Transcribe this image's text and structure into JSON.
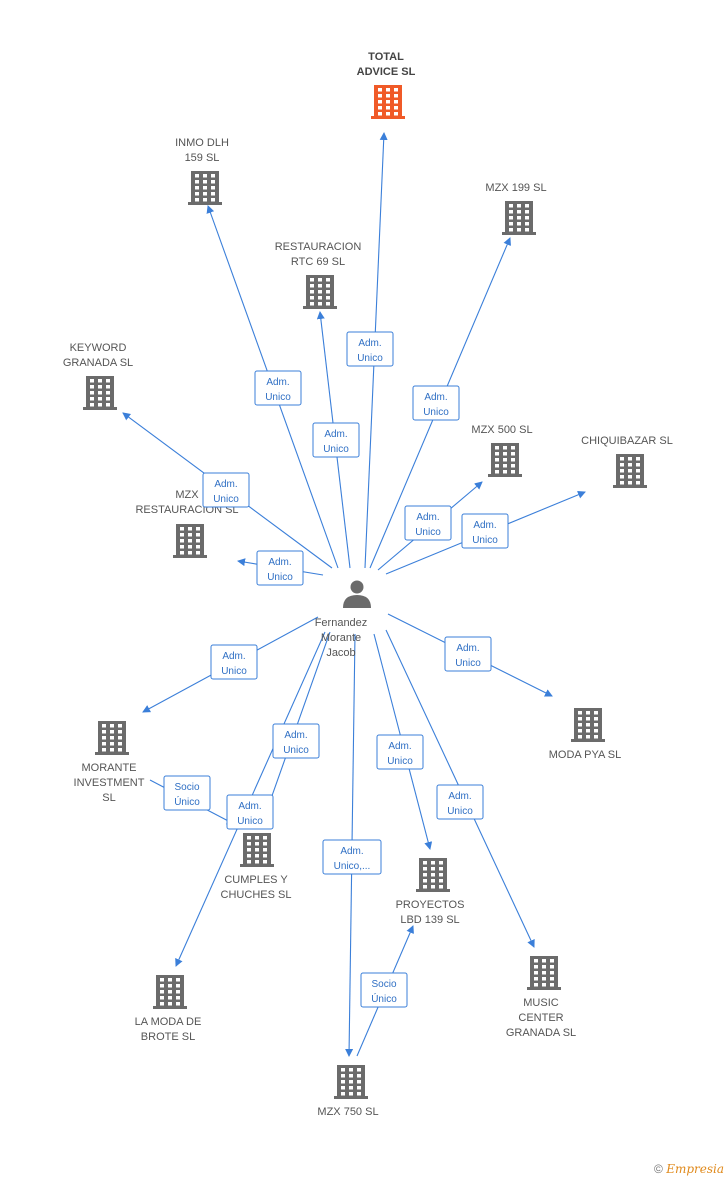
{
  "colors": {
    "edge": "#3b7fd9",
    "building": "#6b6b6b",
    "highlight": "#f05a28",
    "person": "#6b6b6b"
  },
  "person": {
    "id": "person",
    "label": [
      "Fernandez",
      "Morante",
      "Jacob"
    ],
    "icon": "person-icon"
  },
  "companies": [
    {
      "id": "total-advice",
      "label": [
        "TOTAL",
        "ADVICE  SL"
      ],
      "highlight": true,
      "icon": "building-icon"
    },
    {
      "id": "inmo-dlh",
      "label": [
        "INMO DLH",
        "159 SL"
      ],
      "icon": "building-icon"
    },
    {
      "id": "mzx-199",
      "label": [
        "MZX 199 SL"
      ],
      "icon": "building-icon"
    },
    {
      "id": "restauracion-rtc",
      "label": [
        "RESTAURACION",
        "RTC 69 SL"
      ],
      "icon": "building-icon"
    },
    {
      "id": "keyword-granada",
      "label": [
        "KEYWORD",
        "GRANADA SL"
      ],
      "icon": "building-icon"
    },
    {
      "id": "mzx-500",
      "label": [
        "MZX 500 SL"
      ],
      "icon": "building-icon"
    },
    {
      "id": "chiquibazar",
      "label": [
        "CHIQUIBAZAR SL"
      ],
      "icon": "building-icon"
    },
    {
      "id": "mzx-restauracion",
      "label": [
        "MZX",
        "RESTAURACION SL"
      ],
      "icon": "building-icon"
    },
    {
      "id": "moda-pya",
      "label": [
        "MODA PYA SL"
      ],
      "icon": "building-icon"
    },
    {
      "id": "morante-investment",
      "label": [
        "MORANTE",
        "INVESTMENT",
        "SL"
      ],
      "icon": "building-icon"
    },
    {
      "id": "cumples-chuches",
      "label": [
        "CUMPLES Y",
        "CHUCHES  SL"
      ],
      "icon": "building-icon"
    },
    {
      "id": "proyectos-lbd",
      "label": [
        "PROYECTOS",
        "LBD 139 SL"
      ],
      "icon": "building-icon"
    },
    {
      "id": "music-center",
      "label": [
        "MUSIC",
        "CENTER",
        "GRANADA SL"
      ],
      "icon": "building-icon"
    },
    {
      "id": "la-moda-brote",
      "label": [
        "LA MODA DE",
        "BROTE  SL"
      ],
      "icon": "building-icon"
    },
    {
      "id": "mzx-750",
      "label": [
        "MZX 750 SL"
      ],
      "icon": "building-icon"
    }
  ],
  "edges": [
    {
      "from": "person",
      "to": "total-advice",
      "label": [
        "Adm.",
        "Unico"
      ]
    },
    {
      "from": "person",
      "to": "inmo-dlh",
      "label": [
        "Adm.",
        "Unico"
      ]
    },
    {
      "from": "person",
      "to": "mzx-199",
      "label": [
        "Adm.",
        "Unico"
      ]
    },
    {
      "from": "person",
      "to": "restauracion-rtc",
      "label": [
        "Adm.",
        "Unico"
      ]
    },
    {
      "from": "person",
      "to": "keyword-granada",
      "label": [
        "Adm.",
        "Unico"
      ]
    },
    {
      "from": "person",
      "to": "mzx-500",
      "label": [
        "Adm.",
        "Unico"
      ]
    },
    {
      "from": "person",
      "to": "chiquibazar",
      "label": [
        "Adm.",
        "Unico"
      ]
    },
    {
      "from": "person",
      "to": "mzx-restauracion",
      "label": [
        "Adm.",
        "Unico"
      ]
    },
    {
      "from": "person",
      "to": "moda-pya",
      "label": [
        "Adm.",
        "Unico"
      ]
    },
    {
      "from": "person",
      "to": "morante-investment",
      "label": [
        "Adm.",
        "Unico"
      ]
    },
    {
      "from": "person",
      "to": "cumples-chuches",
      "label": [
        "Adm.",
        "Unico"
      ]
    },
    {
      "from": "person",
      "to": "la-moda-brote",
      "label": [
        "Adm.",
        "Unico"
      ]
    },
    {
      "from": "person",
      "to": "proyectos-lbd",
      "label": [
        "Adm.",
        "Unico"
      ]
    },
    {
      "from": "person",
      "to": "music-center",
      "label": [
        "Adm.",
        "Unico"
      ]
    },
    {
      "from": "person",
      "to": "mzx-750",
      "label": [
        "Adm.",
        "Unico,..."
      ]
    },
    {
      "from": "morante-investment",
      "to": "cumples-chuches",
      "label": [
        "Socio",
        "Único"
      ]
    },
    {
      "from": "mzx-750",
      "to": "proyectos-lbd",
      "label": [
        "Socio",
        "Único"
      ]
    }
  ],
  "watermark": {
    "symbol": "©",
    "brand": "Empresia"
  }
}
